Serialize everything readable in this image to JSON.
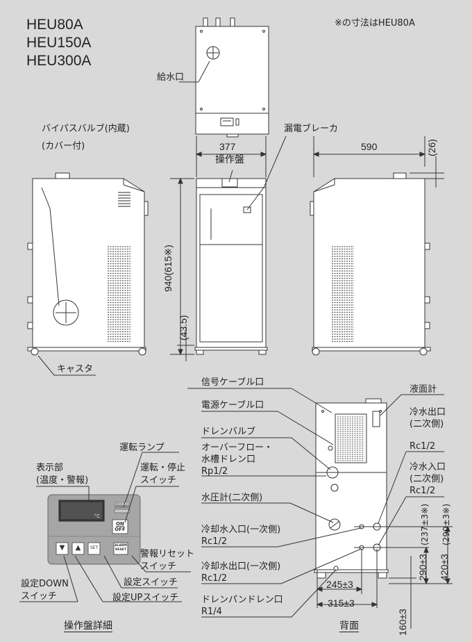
{
  "models": [
    "HEU80A",
    "HEU150A",
    "HEU300A"
  ],
  "note": "※の寸法はHEU80A",
  "labels": {
    "water_supply": "給水口",
    "bypass_valve": "バイパスバルブ(内蔵)",
    "cover_attached": "(カバー付)",
    "leak_breaker": "漏電ブレーカ",
    "operation_panel": "操作盤",
    "caster": "キャスタ",
    "signal_cable": "信号ケーブル口",
    "power_cable": "電源ケーブル口",
    "drain_valve": "ドレンバルブ",
    "overflow_1": "オーバーフロー・",
    "overflow_2": "水槽ドレン口",
    "overflow_spec": "Rp1/2",
    "pressure_gauge": "水圧計(二次側)",
    "cooling_in": "冷却水入口(一次側)",
    "cooling_in_spec": "Rc1/2",
    "cooling_out": "冷却水出口(一次側)",
    "cooling_out_spec": "Rc1/2",
    "drain_pan": "ドレンパンドレン口",
    "drain_pan_spec": "R1/4",
    "level_gauge": "液面計",
    "chilled_out_1": "冷水出口",
    "chilled_out_2": "(二次側)",
    "chilled_out_spec": "Rc1/2",
    "chilled_in_1": "冷水入口",
    "chilled_in_2": "(二次側)",
    "chilled_in_spec": "Rc1/2",
    "display_1": "表示部",
    "display_2": "(温度・警報)",
    "run_lamp": "運転ランプ",
    "run_stop_1": "運転・停止",
    "run_stop_2": "スイッチ",
    "alarm_reset_1": "警報リセット",
    "alarm_reset_2": "スイッチ",
    "set_switch": "設定スイッチ",
    "set_down_1": "設定DOWN",
    "set_down_2": "スイッチ",
    "set_up": "設定UPスイッチ",
    "panel_detail": "操作盤詳細",
    "rear": "背面"
  },
  "panel": {
    "brand": "COOLER",
    "unit": "°C",
    "on": "ON",
    "off": "OFF",
    "set": "SET",
    "alarm": "ALARM",
    "reset": "RESET",
    "down": "▼",
    "up": "▲"
  },
  "dimensions": {
    "width_front": "377",
    "depth_side": "590",
    "top_offset": "(26)",
    "height": "940(615※)",
    "caster_h": "(43.5)",
    "d245": "245±3",
    "d315": "315±3",
    "d160": "160±3",
    "d290": "290±3",
    "d290b": "(237±3※)",
    "d420": "420±3",
    "d420b": "(290±3※)"
  }
}
